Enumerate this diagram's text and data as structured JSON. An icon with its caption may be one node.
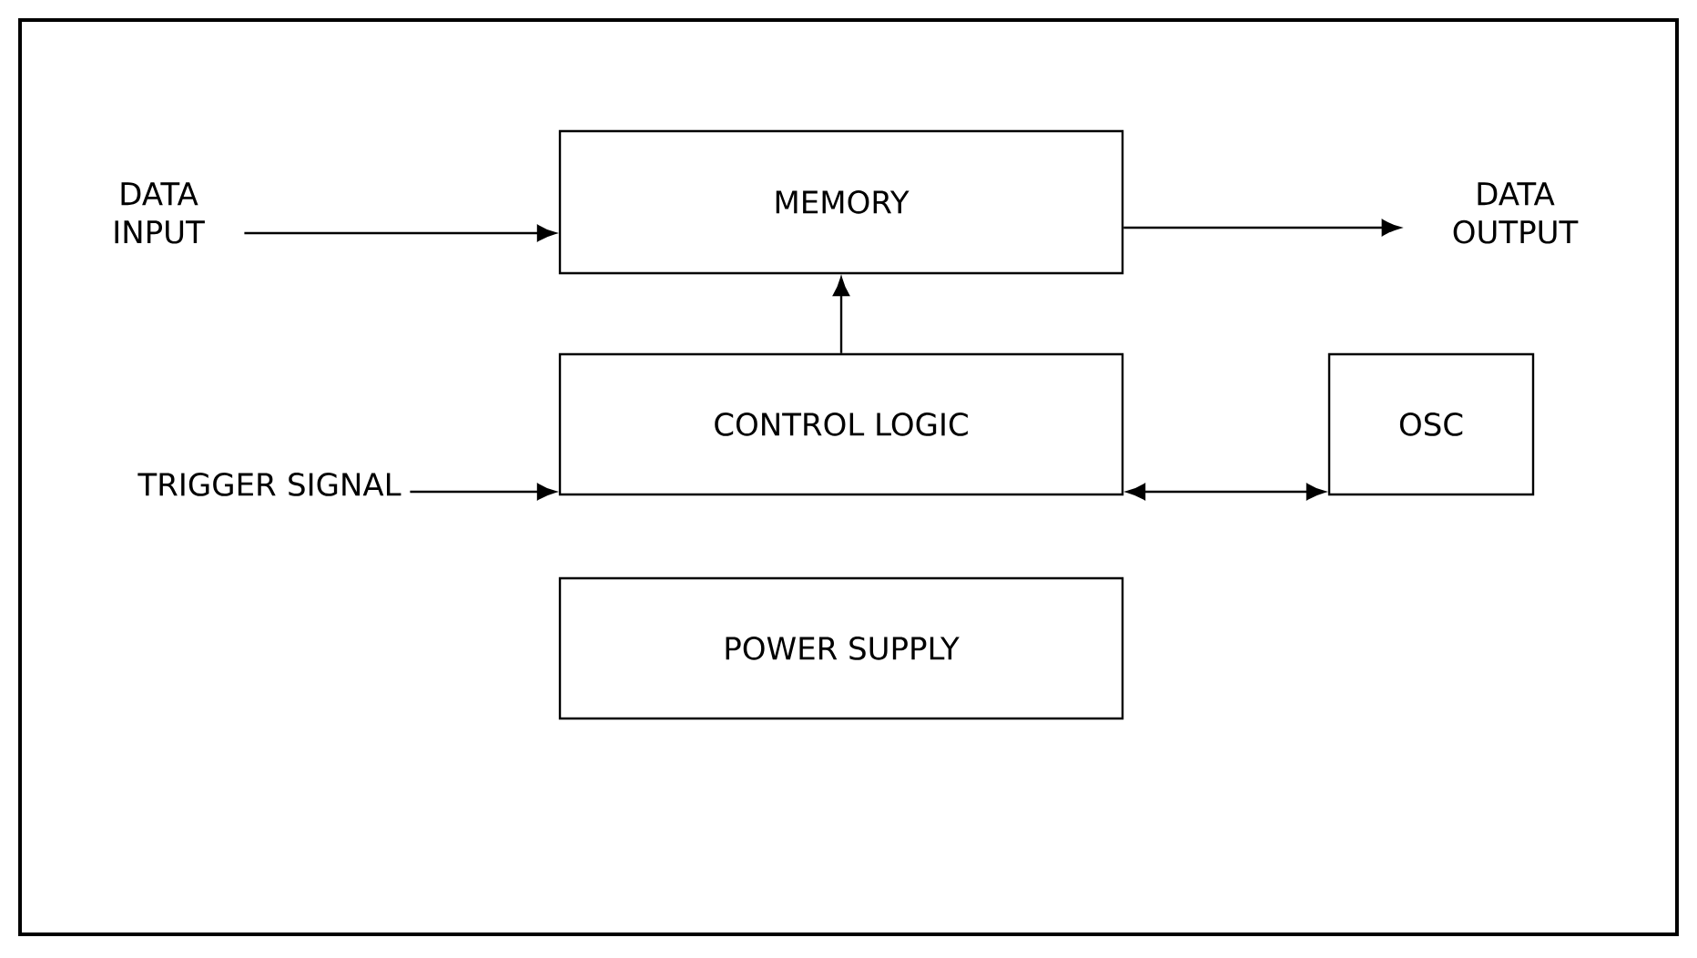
{
  "diagram": {
    "nodes": [
      {
        "text": [
          "DATA INPUT"
        ]
      },
      {
        "text": [
          "MEMORY"
        ]
      },
      {
        "text": [
          "DATA OUTPUT"
        ]
      },
      {
        "text": [
          "TRIGGER SIGNAL"
        ]
      },
      {
        "text": [
          "CONTROL LOGIC"
        ]
      },
      {
        "text": [
          "OSC"
        ]
      },
      {
        "text": [
          "POWER SUPPLY"
        ]
      }
    ],
    "edges": [
      {
        "from": 0,
        "to": 1,
        "arrow": "to"
      },
      {
        "from": 1,
        "to": 2,
        "arrow": "to"
      },
      {
        "from": 4,
        "to": 1,
        "arrow": "to"
      },
      {
        "from": 3,
        "to": 4,
        "arrow": "to"
      },
      {
        "from": 4,
        "to": 5,
        "arrow": "both"
      }
    ]
  }
}
